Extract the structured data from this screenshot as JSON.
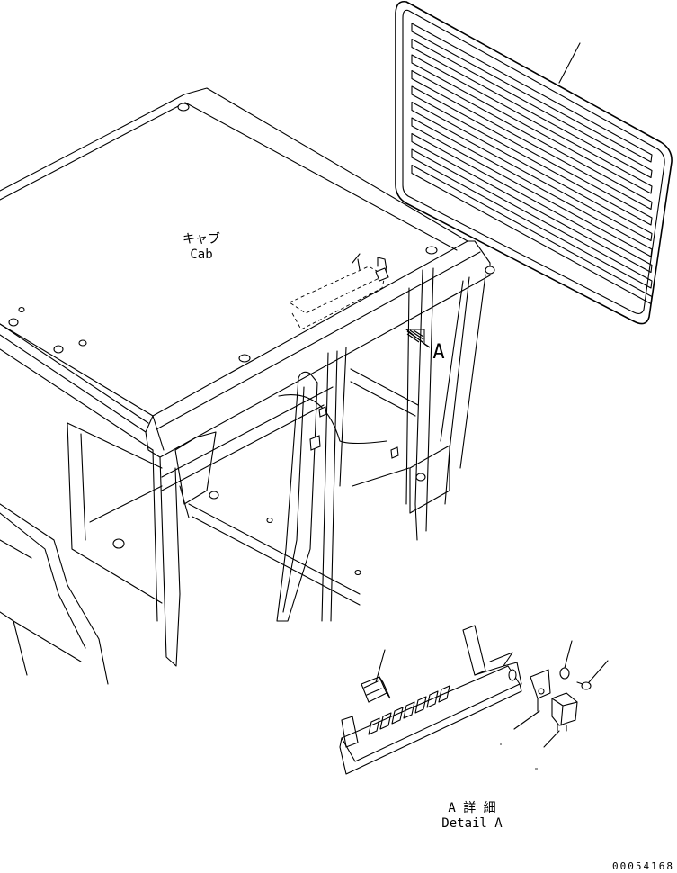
{
  "labels": {
    "cab_jp": "キャブ",
    "cab_en": "Cab",
    "view_marker": "A",
    "detail_jp": "A 詳 細",
    "detail_en": "Detail A",
    "drawing_number": "00054168"
  },
  "icons": {
    "view_arrow": "hatched-view-arrow-icon"
  }
}
